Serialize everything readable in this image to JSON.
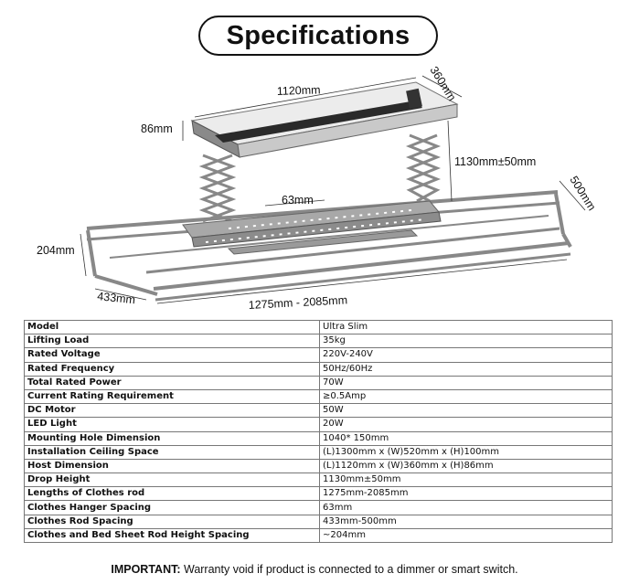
{
  "title": "Specifications",
  "dimensions": {
    "host_length": "1120mm",
    "host_depth": "360mm",
    "host_height": "86mm",
    "drop_height": "1130mm±50mm",
    "width": "500mm",
    "hanger_spacing": "63mm",
    "bed_sheet_height": "204mm",
    "rod_spacing": "433mm",
    "rod_length": "1275mm - 2085mm"
  },
  "specs": [
    {
      "label": "Model",
      "value": "Ultra Slim"
    },
    {
      "label": "Lifting Load",
      "value": "35kg"
    },
    {
      "label": "Rated Voltage",
      "value": "220V-240V"
    },
    {
      "label": "Rated Frequency",
      "value": "50Hz/60Hz"
    },
    {
      "label": "Total Rated Power",
      "value": "70W"
    },
    {
      "label": "Current Rating Requirement",
      "value": "≥0.5Amp"
    },
    {
      "label": "DC Motor",
      "value": "50W"
    },
    {
      "label": "LED Light",
      "value": "20W"
    },
    {
      "label": "Mounting Hole Dimension",
      "value": "1040* 150mm"
    },
    {
      "label": "Installation Ceiling Space",
      "value": "(L)1300mm x (W)520mm x (H)100mm"
    },
    {
      "label": "Host Dimension",
      "value": "(L)1120mm x (W)360mm x (H)86mm"
    },
    {
      "label": "Drop Height",
      "value": "1130mm±50mm"
    },
    {
      "label": "Lengths of Clothes rod",
      "value": "1275mm-2085mm"
    },
    {
      "label": "Clothes Hanger Spacing",
      "value": "63mm"
    },
    {
      "label": "Clothes Rod Spacing",
      "value": "433mm-500mm"
    },
    {
      "label": "Clothes and Bed Sheet Rod Height Spacing",
      "value": "~204mm"
    }
  ],
  "notice": {
    "prefix": "IMPORTANT:",
    "text": " Warranty void if product is connected to a dimmer or smart switch."
  }
}
